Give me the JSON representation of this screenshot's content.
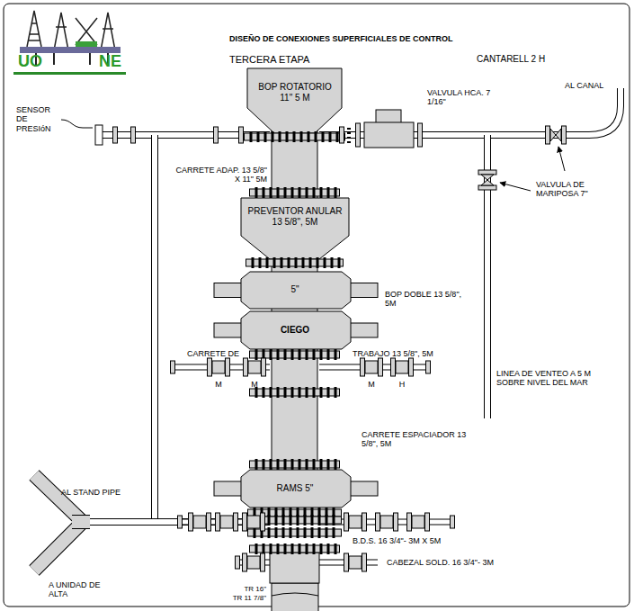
{
  "diagram": {
    "title": "DISEÑO DE CONEXIONES SUPERFICIALES DE CONTROL",
    "nodes": [
      {
        "text": [
          "BOP ROTATORIO 11\" 5 M"
        ]
      },
      {
        "text": [
          "PREVENTOR ANULAR 13 5/8\", 5M"
        ]
      },
      {
        "text": [
          "5\""
        ]
      },
      {
        "text": [
          "CIEGO"
        ]
      },
      {
        "text": [
          "RAMS 5\""
        ]
      }
    ],
    "edges": [
      {
        "from": 0,
        "to": 1,
        "arrow": "none"
      },
      {
        "from": 1,
        "to": 2,
        "arrow": "none"
      },
      {
        "from": 2,
        "to": 3,
        "arrow": "none"
      },
      {
        "from": 3,
        "to": 4,
        "arrow": "none"
      }
    ],
    "labels": [
      "UO",
      "NE",
      "TERCERA ETAPA",
      "CANTARELL 2 H",
      "SENSOR DE PRESIóN",
      "VALVULA HCA. 7 1/16\"",
      "AL CANAL",
      "CARRETE ADAP. 13 5/8\" X 11\" 5M",
      "VALVULA DE MARIPOSA 7\"",
      "BOP DOBLE 13 5/8\", 5M",
      "CARRETE DE",
      "TRABAJO 13 5/8\", 5M",
      "M",
      "M",
      "M",
      "H",
      "LINEA DE VENTEO A 5 M SOBRE NIVEL DEL MAR",
      "CARRETE ESPACIADOR 13 5/8\", 5M",
      "AL STAND PIPE",
      "A UNIDAD DE ALTA",
      "B.D.S. 16 3/4\"- 3M X 5M",
      "CABEZAL SOLD. 16 3/4\"- 3M",
      "TR 16\"",
      "TR 11 7/8\""
    ]
  }
}
